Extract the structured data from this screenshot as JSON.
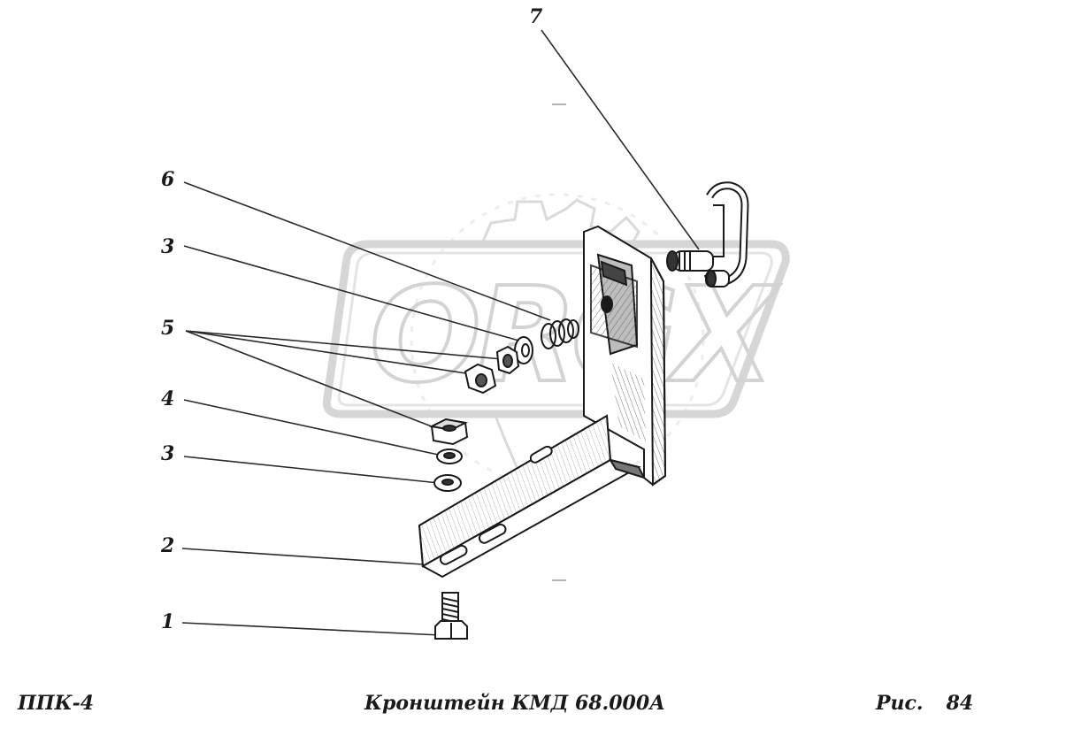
{
  "diagram": {
    "watermark": "ORGX",
    "callouts": [
      {
        "id": "c7",
        "label": "7"
      },
      {
        "id": "c6",
        "label": "6"
      },
      {
        "id": "c3a",
        "label": "3"
      },
      {
        "id": "c5",
        "label": "5"
      },
      {
        "id": "c4",
        "label": "4"
      },
      {
        "id": "c3b",
        "label": "3"
      },
      {
        "id": "c2",
        "label": "2"
      },
      {
        "id": "c1",
        "label": "1"
      }
    ]
  },
  "footer": {
    "left": "ППК-4",
    "center": "Кронштейн КМД 68.000А",
    "fig_label": "Рис.",
    "fig_number": "84"
  },
  "colors": {
    "ink": "#1a1a1a",
    "watermark": "#d9d9d9",
    "paper": "#ffffff"
  }
}
